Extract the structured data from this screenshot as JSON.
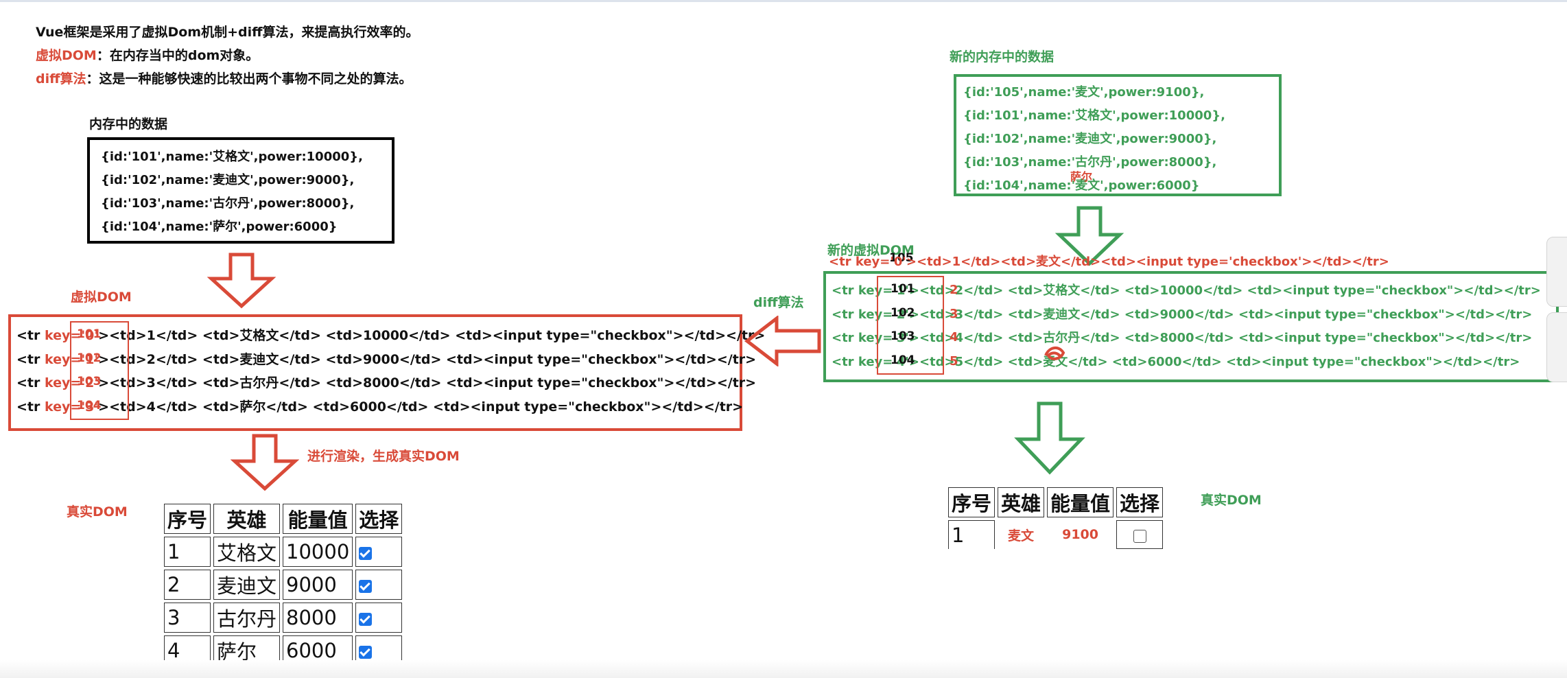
{
  "intro": {
    "line1": "Vue框架是采用了虚拟Dom机制+diff算法，来提高执行效率的。",
    "line2_term": "虚拟DOM",
    "line2_rest": "：在内存当中的dom对象。",
    "line3_term": "diff算法",
    "line3_rest": "：这是一种能够快速的比较出两个事物不同之处的算法。"
  },
  "memory": {
    "label": "内存中的数据",
    "rows": [
      "{id:'101',name:'艾格文',power:10000},",
      "{id:'102',name:'麦迪文',power:9000},",
      "{id:'103',name:'古尔丹',power:8000},",
      "{id:'104',name:'萨尔',power:6000}"
    ]
  },
  "new_memory": {
    "label": "新的内存中的数据",
    "rows": [
      "{id:'105',name:'麦文',power:9100},",
      "{id:'101',name:'艾格文',power:10000},",
      "{id:'102',name:'麦迪文',power:9000},",
      "{id:'103',name:'古尔丹',power:8000},",
      "{id:'104',name:'麦文',power:6000}"
    ],
    "overlay_note": "萨尔"
  },
  "vdom": {
    "label": "虚拟DOM",
    "rows": [
      {
        "pre": "<tr ",
        "key": "key='0'",
        "post": "><td>1</td> <td>艾格文</td> <td>10000</td> <td><input type=\"checkbox\"></td></tr>"
      },
      {
        "pre": "<tr ",
        "key": "key='1'",
        "post": "><td>2</td> <td>麦迪文</td> <td>9000</td> <td><input type=\"checkbox\"></td></tr>"
      },
      {
        "pre": "<tr ",
        "key": "key='2'",
        "post": "><td>3</td> <td>古尔丹</td> <td>8000</td> <td><input type=\"checkbox\"></td></tr>"
      },
      {
        "pre": "<tr ",
        "key": "key='3'",
        "post": "><td>4</td> <td>萨尔</td> <td>6000</td> <td><input type=\"checkbox\"></td></tr>"
      }
    ],
    "id_overlays": [
      "101",
      "102",
      "103",
      "104"
    ]
  },
  "new_vdom": {
    "label": "新的虚拟DOM",
    "first_row": "<tr key='0'><td>1</td><td>麦文</td><td><input type='checkbox'></td></tr>",
    "first_id": "105",
    "rows": [
      "<tr key='1'><td>2</td> <td>艾格文</td> <td>10000</td> <td><input type=\"checkbox\"></td></tr>",
      "<tr key='2'><td>3</td> <td>麦迪文</td> <td>9000</td> <td><input type=\"checkbox\"></td></tr>",
      "<tr key='3'><td>4</td> <td>古尔丹</td> <td>8000</td> <td><input type=\"checkbox\"></td></tr>",
      "<tr key='4'><td>5</td> <td>麦文</td> <td>6000</td> <td><input type=\"checkbox\"></td></tr>"
    ],
    "id_overlays": [
      "101",
      "102",
      "103",
      "104"
    ],
    "index_overlays": [
      "2",
      "3",
      "4",
      "5"
    ]
  },
  "diff_label": "diff算法",
  "render_label": "进行渲染，生成真实DOM",
  "real_dom": {
    "label": "真实DOM",
    "headers": [
      "序号",
      "英雄",
      "能量值",
      "选择"
    ],
    "rows": [
      {
        "num": "1",
        "name": "艾格文",
        "power": "10000",
        "checked": true
      },
      {
        "num": "2",
        "name": "麦迪文",
        "power": "9000",
        "checked": true
      },
      {
        "num": "3",
        "name": "古尔丹",
        "power": "8000",
        "checked": true
      },
      {
        "num": "4",
        "name": "萨尔",
        "power": "6000",
        "checked": true
      }
    ]
  },
  "new_real_dom": {
    "label": "真实DOM",
    "headers": [
      "序号",
      "英雄",
      "能量值",
      "选择"
    ],
    "row": {
      "num": "1",
      "name": "麦文",
      "power": "9100",
      "checked": false
    }
  },
  "colors": {
    "red": "#d94a38",
    "green": "#3f9e57",
    "checkbox": "#1a73e8"
  }
}
